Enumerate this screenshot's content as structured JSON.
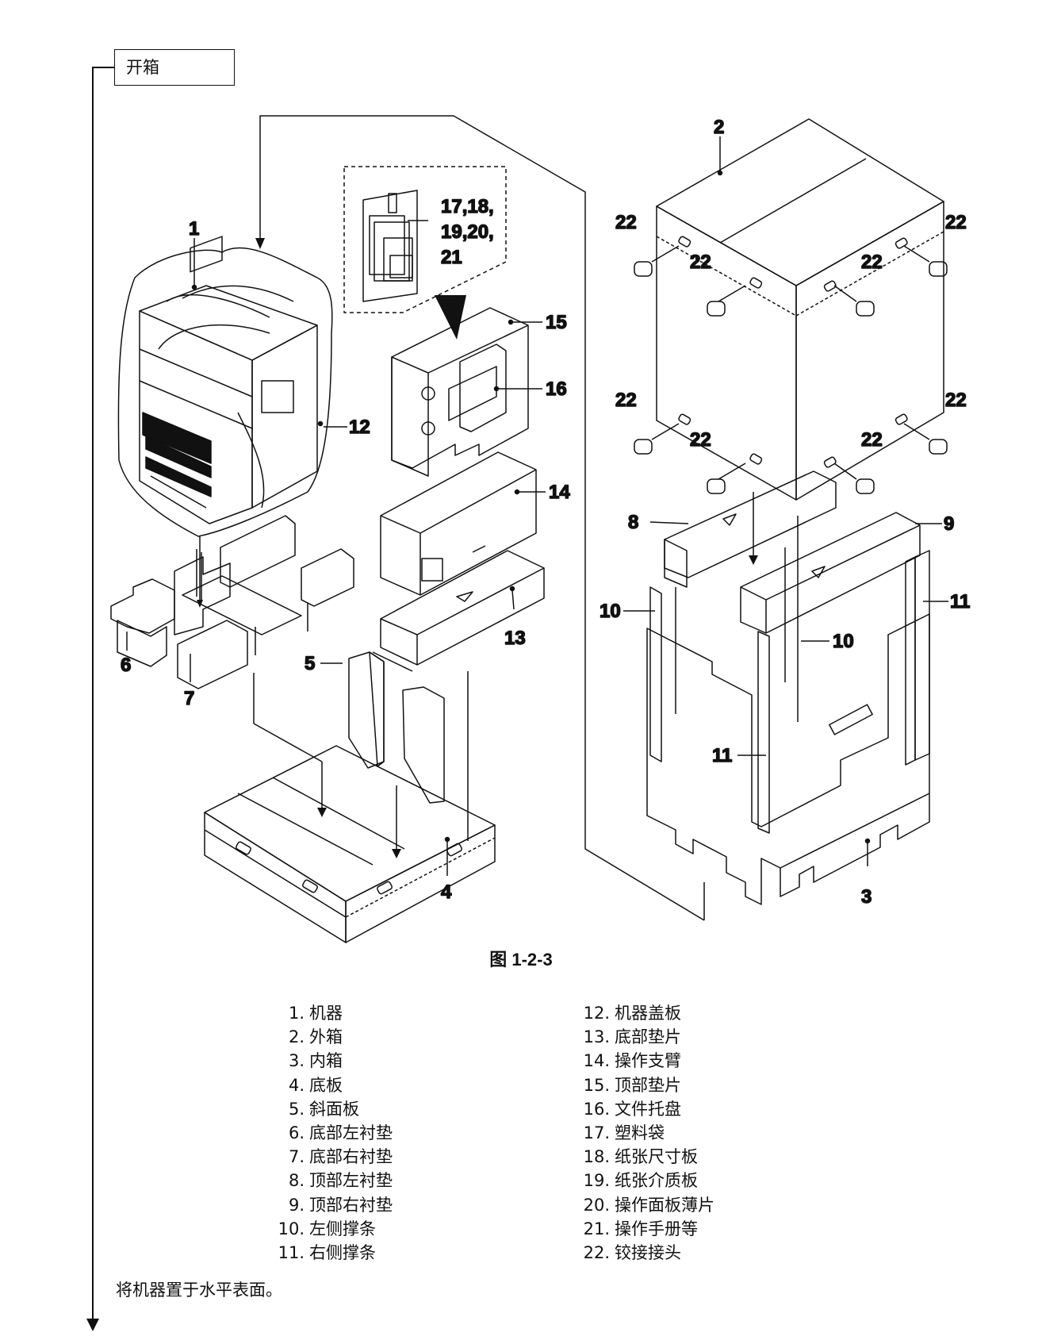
{
  "section_title": "开箱",
  "callouts": {
    "c1": "1",
    "c2": "2",
    "c3": "3",
    "c4": "4",
    "c5": "5",
    "c6": "6",
    "c7": "7",
    "c8": "8",
    "c9": "9",
    "c10": "10",
    "c11": "11",
    "c12": "12",
    "c13": "13",
    "c14": "14",
    "c15": "15",
    "c16": "16",
    "c17a": "17,18,",
    "c17b": "19,20,",
    "c17c": "21",
    "c22": "22"
  },
  "figure_caption": "图 1-2-3",
  "legend_left": [
    {
      "num": "1.",
      "label": "机器"
    },
    {
      "num": "2.",
      "label": "外箱"
    },
    {
      "num": "3.",
      "label": "内箱"
    },
    {
      "num": "4.",
      "label": "底板"
    },
    {
      "num": "5.",
      "label": "斜面板"
    },
    {
      "num": "6.",
      "label": "底部左衬垫"
    },
    {
      "num": "7.",
      "label": "底部右衬垫"
    },
    {
      "num": "8.",
      "label": "顶部左衬垫"
    },
    {
      "num": "9.",
      "label": "顶部右衬垫"
    },
    {
      "num": "10.",
      "label": "左侧撑条"
    },
    {
      "num": "11.",
      "label": "右侧撑条"
    }
  ],
  "legend_right": [
    {
      "num": "12.",
      "label": "机器盖板"
    },
    {
      "num": "13.",
      "label": "底部垫片"
    },
    {
      "num": "14.",
      "label": "操作支臂"
    },
    {
      "num": "15.",
      "label": "顶部垫片"
    },
    {
      "num": "16.",
      "label": "文件托盘"
    },
    {
      "num": "17.",
      "label": "塑料袋"
    },
    {
      "num": "18.",
      "label": "纸张尺寸板"
    },
    {
      "num": "19.",
      "label": "纸张介质板"
    },
    {
      "num": "20.",
      "label": "操作面板薄片"
    },
    {
      "num": "21.",
      "label": "操作手册等"
    },
    {
      "num": "22.",
      "label": "铰接接头"
    }
  ],
  "instruction": "将机器置于水平表面。"
}
